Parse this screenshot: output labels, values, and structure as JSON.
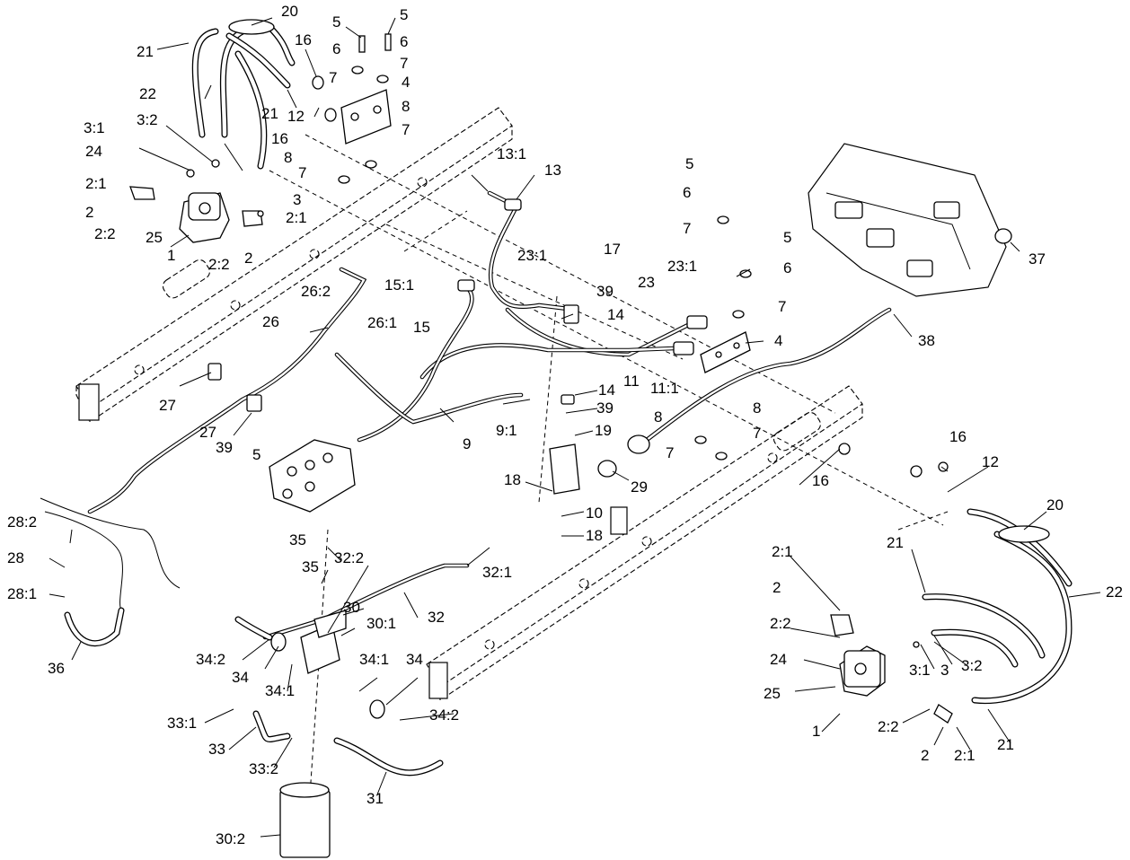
{
  "callouts": [
    {
      "id": "c-20a",
      "text": "20"
    },
    {
      "id": "c-21a",
      "text": "21"
    },
    {
      "id": "c-16a",
      "text": "16"
    },
    {
      "id": "c-5a",
      "text": "5"
    },
    {
      "id": "c-5b",
      "text": "5"
    },
    {
      "id": "c-6a",
      "text": "6"
    },
    {
      "id": "c-6b",
      "text": "6"
    },
    {
      "id": "c-7a",
      "text": "7"
    },
    {
      "id": "c-7b",
      "text": "7"
    },
    {
      "id": "c-4a",
      "text": "4"
    },
    {
      "id": "c-22a",
      "text": "22"
    },
    {
      "id": "c-21b",
      "text": "21"
    },
    {
      "id": "c-12a",
      "text": "12"
    },
    {
      "id": "c-8a",
      "text": "8"
    },
    {
      "id": "c-3-1a",
      "text": "3:1"
    },
    {
      "id": "c-3-2a",
      "text": "3:2"
    },
    {
      "id": "c-16b",
      "text": "16"
    },
    {
      "id": "c-7c",
      "text": "7"
    },
    {
      "id": "c-24a",
      "text": "24"
    },
    {
      "id": "c-8b",
      "text": "8"
    },
    {
      "id": "c-2-1a",
      "text": "2:1"
    },
    {
      "id": "c-7d",
      "text": "7"
    },
    {
      "id": "c-3a",
      "text": "3"
    },
    {
      "id": "c-2a",
      "text": "2"
    },
    {
      "id": "c-2-1b",
      "text": "2:1"
    },
    {
      "id": "c-2-2a",
      "text": "2:2"
    },
    {
      "id": "c-25a",
      "text": "25"
    },
    {
      "id": "c-2-2b",
      "text": "2:2"
    },
    {
      "id": "c-2b",
      "text": "2"
    },
    {
      "id": "c-1a",
      "text": "1"
    },
    {
      "id": "c-13-1",
      "text": "13:1"
    },
    {
      "id": "c-13",
      "text": "13"
    },
    {
      "id": "c-5c",
      "text": "5"
    },
    {
      "id": "c-6c",
      "text": "6"
    },
    {
      "id": "c-7e",
      "text": "7"
    },
    {
      "id": "c-5d",
      "text": "5"
    },
    {
      "id": "c-17",
      "text": "17"
    },
    {
      "id": "c-23-1a",
      "text": "23:1"
    },
    {
      "id": "c-6d",
      "text": "6"
    },
    {
      "id": "c-37",
      "text": "37"
    },
    {
      "id": "c-26-2",
      "text": "26:2"
    },
    {
      "id": "c-15-1",
      "text": "15:1"
    },
    {
      "id": "c-23-1b",
      "text": "23:1"
    },
    {
      "id": "c-39a",
      "text": "39"
    },
    {
      "id": "c-23",
      "text": "23"
    },
    {
      "id": "c-15",
      "text": "15"
    },
    {
      "id": "c-14a",
      "text": "14"
    },
    {
      "id": "c-7f",
      "text": "7"
    },
    {
      "id": "c-26",
      "text": "26"
    },
    {
      "id": "c-26-1",
      "text": "26:1"
    },
    {
      "id": "c-38",
      "text": "38"
    },
    {
      "id": "c-4b",
      "text": "4"
    },
    {
      "id": "c-11",
      "text": "11"
    },
    {
      "id": "c-11-1",
      "text": "11:1"
    },
    {
      "id": "c-14b",
      "text": "14"
    },
    {
      "id": "c-27a",
      "text": "27"
    },
    {
      "id": "c-8c",
      "text": "8"
    },
    {
      "id": "c-39b",
      "text": "39"
    },
    {
      "id": "c-8d",
      "text": "8"
    },
    {
      "id": "c-9-1",
      "text": "9:1"
    },
    {
      "id": "c-27b",
      "text": "27"
    },
    {
      "id": "c-9",
      "text": "9"
    },
    {
      "id": "c-19",
      "text": "19"
    },
    {
      "id": "c-39c",
      "text": "39"
    },
    {
      "id": "c-7g",
      "text": "7"
    },
    {
      "id": "c-7h",
      "text": "7"
    },
    {
      "id": "c-5e",
      "text": "5"
    },
    {
      "id": "c-16c",
      "text": "16"
    },
    {
      "id": "c-29",
      "text": "29"
    },
    {
      "id": "c-18a",
      "text": "18"
    },
    {
      "id": "c-16d",
      "text": "16"
    },
    {
      "id": "c-12b",
      "text": "12"
    },
    {
      "id": "c-10",
      "text": "10"
    },
    {
      "id": "c-18b",
      "text": "18"
    },
    {
      "id": "c-20b",
      "text": "20"
    },
    {
      "id": "c-28-2",
      "text": "28:2"
    },
    {
      "id": "c-35a",
      "text": "35"
    },
    {
      "id": "c-32-2",
      "text": "32:2"
    },
    {
      "id": "c-32-1",
      "text": "32:1"
    },
    {
      "id": "c-21c",
      "text": "21"
    },
    {
      "id": "c-2-1c",
      "text": "2:1"
    },
    {
      "id": "c-22b",
      "text": "22"
    },
    {
      "id": "c-28",
      "text": "28"
    },
    {
      "id": "c-35b",
      "text": "35"
    },
    {
      "id": "c-2c",
      "text": "2"
    },
    {
      "id": "c-28-1",
      "text": "28:1"
    },
    {
      "id": "c-30",
      "text": "30"
    },
    {
      "id": "c-32",
      "text": "32"
    },
    {
      "id": "c-2-2c",
      "text": "2:2"
    },
    {
      "id": "c-30-1",
      "text": "30:1"
    },
    {
      "id": "c-34-2a",
      "text": "34:2"
    },
    {
      "id": "c-3b",
      "text": "3"
    },
    {
      "id": "c-3-2b",
      "text": "3:2"
    },
    {
      "id": "c-34a",
      "text": "34"
    },
    {
      "id": "c-34-1a",
      "text": "34:1"
    },
    {
      "id": "c-34b",
      "text": "34"
    },
    {
      "id": "c-24b",
      "text": "24"
    },
    {
      "id": "c-36",
      "text": "36"
    },
    {
      "id": "c-34-1b",
      "text": "34:1"
    },
    {
      "id": "c-3-1b",
      "text": "3:1"
    },
    {
      "id": "c-25b",
      "text": "25"
    },
    {
      "id": "c-34-2b",
      "text": "34:2"
    },
    {
      "id": "c-2-2d",
      "text": "2:2"
    },
    {
      "id": "c-1b",
      "text": "1"
    },
    {
      "id": "c-21d",
      "text": "21"
    },
    {
      "id": "c-33-1",
      "text": "33:1"
    },
    {
      "id": "c-2d",
      "text": "2"
    },
    {
      "id": "c-2-1d",
      "text": "2:1"
    },
    {
      "id": "c-33",
      "text": "33"
    },
    {
      "id": "c-33-2",
      "text": "33:2"
    },
    {
      "id": "c-31",
      "text": "31"
    },
    {
      "id": "c-30-2",
      "text": "30:2"
    }
  ]
}
